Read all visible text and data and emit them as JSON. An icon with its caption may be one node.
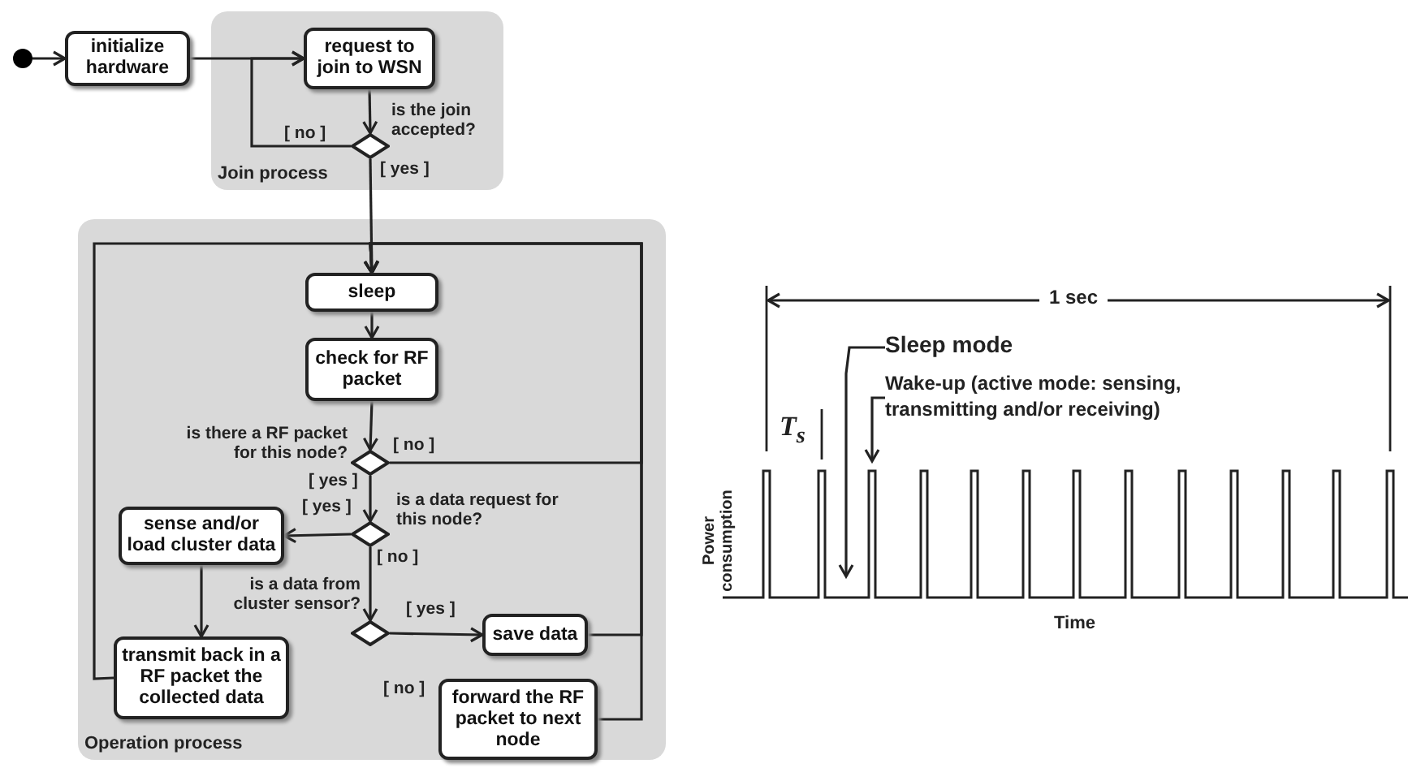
{
  "diagram": {
    "nodes": [
      {
        "text": [],
        "shape": "circle"
      },
      {
        "text": [
          "initialize hardware"
        ]
      },
      {
        "text": [
          "Join process"
        ]
      },
      {
        "text": [
          "request to join to WSN"
        ],
        "in": 2
      },
      {
        "text": [],
        "shape": "diamond",
        "in": 2,
        "beside": [
          "is the join accepted?"
        ]
      },
      {
        "text": [
          "Operation process"
        ]
      },
      {
        "text": [
          "sleep"
        ],
        "in": 5
      },
      {
        "text": [
          "check for RF packet"
        ],
        "in": 5
      },
      {
        "text": [],
        "shape": "diamond",
        "in": 5,
        "beside": [
          "is there a RF packet for this node?"
        ]
      },
      {
        "text": [],
        "shape": "diamond",
        "in": 5,
        "beside": [
          "is a data request for this node?"
        ]
      },
      {
        "text": [
          "sense and/or load cluster data"
        ],
        "in": 5
      },
      {
        "text": [],
        "shape": "diamond",
        "in": 5,
        "beside": [
          "is a data from cluster sensor?"
        ]
      },
      {
        "text": [
          "save data"
        ],
        "in": 5
      },
      {
        "text": [
          "transmit back in a RF packet the collected data"
        ],
        "in": 5
      },
      {
        "text": [
          "forward the RF packet to next node"
        ],
        "in": 5
      },
      {
        "text": [
          "Sleep mode"
        ]
      },
      {
        "text": [
          "Wake-up (active mode: sensing, transmitting and/or receiving)"
        ]
      }
    ],
    "edges": [
      {
        "from": 0,
        "to": 1,
        "arrow": "to"
      },
      {
        "from": 1,
        "to": 3,
        "arrow": "to"
      },
      {
        "from": 3,
        "to": 4,
        "arrow": "to"
      },
      {
        "from": 4,
        "to": 3,
        "arrow": "to",
        "label": "[ no ]"
      },
      {
        "from": 4,
        "to": 6,
        "arrow": "to",
        "label": "[ yes ]"
      },
      {
        "from": 6,
        "to": 7,
        "arrow": "to"
      },
      {
        "from": 7,
        "to": 8,
        "arrow": "to"
      },
      {
        "from": 8,
        "to": 6,
        "arrow": "to",
        "label": "[ no ]"
      },
      {
        "from": 8,
        "to": 9,
        "arrow": "to",
        "label": "[ yes ]"
      },
      {
        "from": 9,
        "to": 10,
        "arrow": "to",
        "label": "[ yes ]"
      },
      {
        "from": 9,
        "to": 11,
        "arrow": "to",
        "label": "[ no ]"
      },
      {
        "from": 10,
        "to": 13,
        "arrow": "to"
      },
      {
        "from": 11,
        "to": 12,
        "arrow": "to",
        "label": "[ yes ]"
      },
      {
        "from": 13,
        "to": 6,
        "arrow": "to"
      },
      {
        "from": 12,
        "to": 6,
        "arrow": "to"
      },
      {
        "from": 14,
        "to": 6,
        "arrow": "to"
      },
      {
        "from": 15,
        "to": null,
        "arrow": "to"
      },
      {
        "from": 16,
        "to": null,
        "arrow": "to"
      }
    ],
    "labels": [
      "[ no ]",
      "1 sec",
      "T$_{s}$",
      "Power consumption",
      "Time"
    ]
  }
}
